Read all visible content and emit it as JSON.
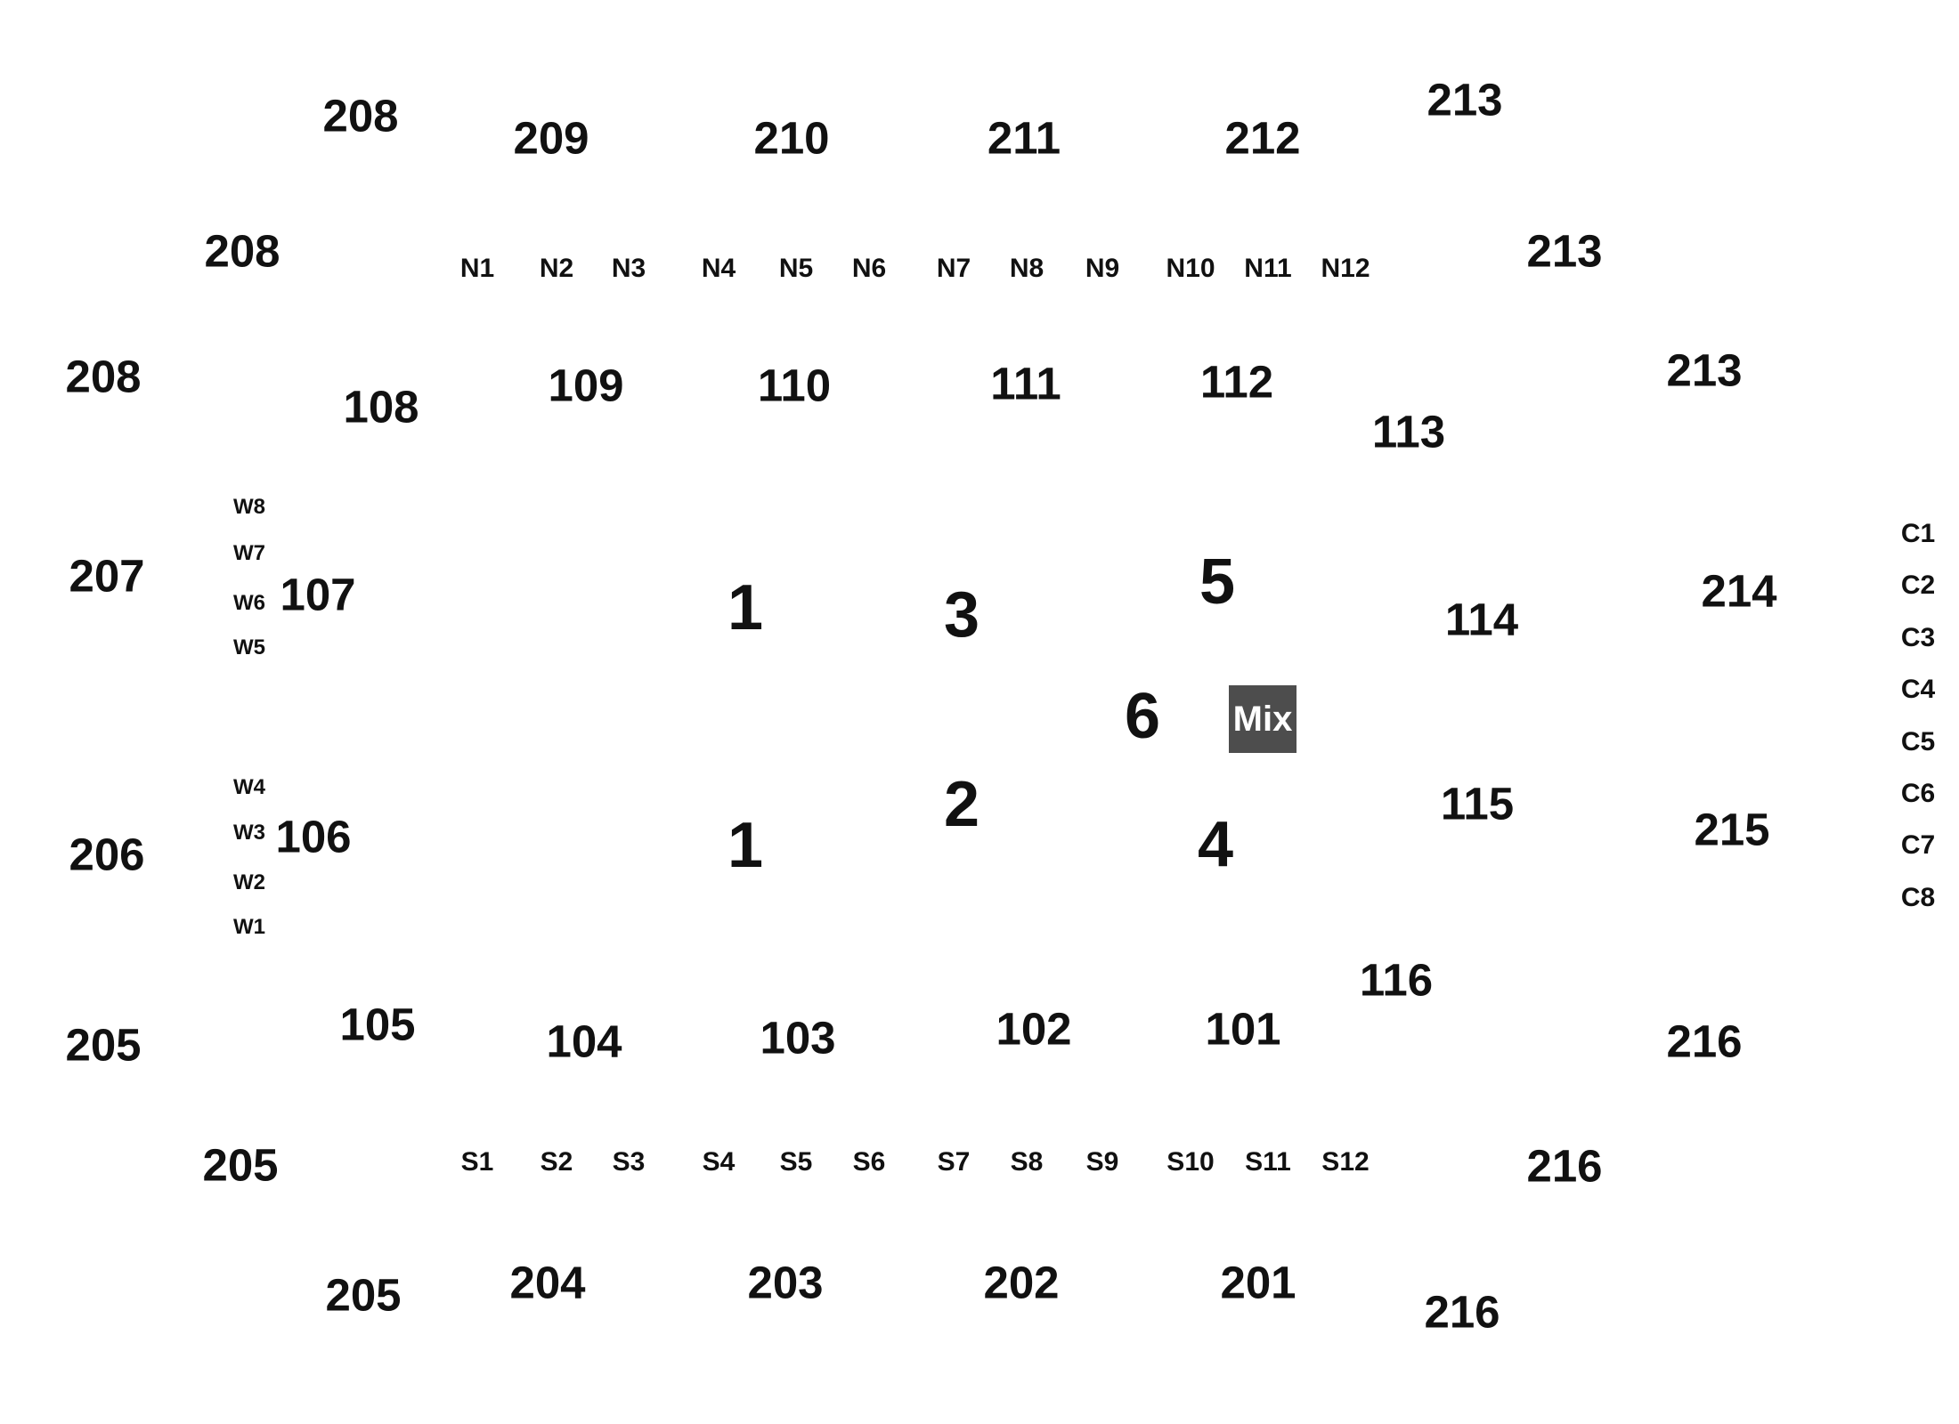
{
  "sections_200": [
    "208",
    "208",
    "208",
    "209",
    "210",
    "211",
    "212",
    "213",
    "213",
    "213",
    "207",
    "214",
    "206",
    "215",
    "205",
    "205",
    "205",
    "204",
    "203",
    "202",
    "201",
    "216",
    "216",
    "216"
  ],
  "sections_100": [
    "108",
    "109",
    "110",
    "111",
    "112",
    "113",
    "107",
    "114",
    "106",
    "115",
    "105",
    "104",
    "103",
    "102",
    "101",
    "116"
  ],
  "north_rows": [
    "N1",
    "N2",
    "N3",
    "N4",
    "N5",
    "N6",
    "N7",
    "N8",
    "N9",
    "N10",
    "N11",
    "N12"
  ],
  "south_rows": [
    "S1",
    "S2",
    "S3",
    "S4",
    "S5",
    "S6",
    "S7",
    "S8",
    "S9",
    "S10",
    "S11",
    "S12"
  ],
  "west_rows": [
    "W8",
    "W7",
    "W6",
    "W5",
    "W4",
    "W3",
    "W2",
    "W1"
  ],
  "club_rows": [
    "C1",
    "C2",
    "C3",
    "C4",
    "C5",
    "C6",
    "C7",
    "C8"
  ],
  "floor_sections": [
    "1",
    "3",
    "5",
    "6",
    "1",
    "2",
    "4"
  ],
  "mix": "Mix"
}
